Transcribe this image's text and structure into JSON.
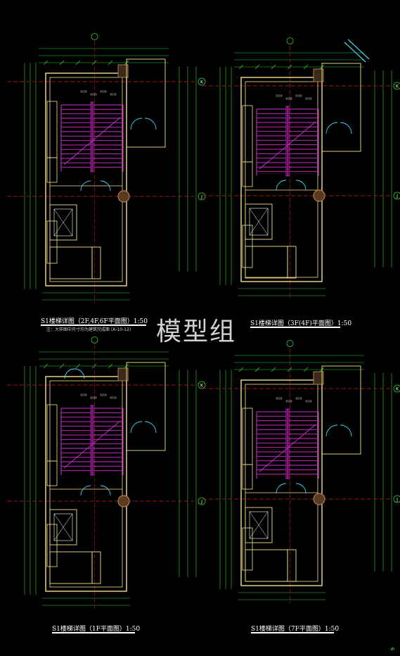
{
  "watermark": "模型组",
  "page_number": "9",
  "plans": [
    {
      "id": "plan-a",
      "title": "S1楼梯详图（2F,4F,6F平面图）1:50",
      "note": "注：大样图中尺寸均为建筑完成面 (A-10-12)"
    },
    {
      "id": "plan-b",
      "title": "S1楼梯详图（3F(4F)平面图）1:50",
      "note": ""
    },
    {
      "id": "plan-c",
      "title": "S1楼梯详图（1F平面图）1:50",
      "note": ""
    },
    {
      "id": "plan-d",
      "title": "S1楼梯详图（7F平面图）1:50",
      "note": ""
    }
  ],
  "grid_labels": [
    "K",
    "J"
  ],
  "colors": {
    "wall": "#f5e08a",
    "stair": "#d62bd6",
    "dimension": "#30d030",
    "axis": "#d01818",
    "door": "#3fd8f0",
    "text": "#ffffff",
    "column": "#b07c50"
  }
}
